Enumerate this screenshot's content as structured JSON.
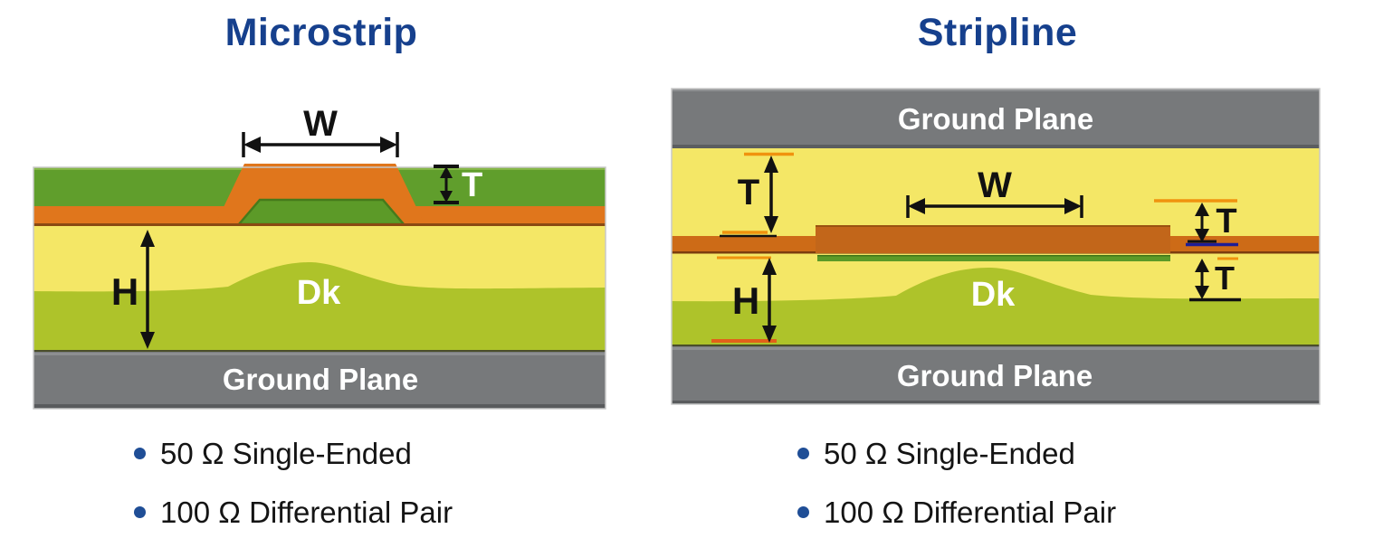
{
  "colors": {
    "title_blue": "#16408d",
    "bullet_blue": "#1f4e96",
    "copper_orange": "#e0761c",
    "copper_band_orange": "#cd6b17",
    "trace_orange": "#c2661a",
    "solder_mask_green": "#609e2c",
    "inner_mask_green": "#5c9a28",
    "dielectric_yellow": "#f4e766",
    "core_olive": "#aec32a",
    "plane_gray": "#77797b",
    "tick_orange": "#f0930e",
    "tick_navy": "#1d1d96"
  },
  "microstrip": {
    "title": "Microstrip",
    "labels": {
      "width": "W",
      "thickness": "T",
      "height": "H",
      "dielectric": "Dk",
      "ground_plane": "Ground Plane"
    },
    "bullets": [
      "50 Ω Single-Ended",
      "100 Ω Differential Pair"
    ]
  },
  "stripline": {
    "title": "Stripline",
    "labels": {
      "width": "W",
      "thickness_left": "T",
      "thickness_right_top": "T",
      "thickness_right_bottom": "T",
      "height": "H",
      "dielectric": "Dk",
      "ground_plane_top": "Ground Plane",
      "ground_plane_bottom": "Ground Plane"
    },
    "bullets": [
      "50 Ω Single-Ended",
      "100 Ω Differential Pair"
    ]
  }
}
